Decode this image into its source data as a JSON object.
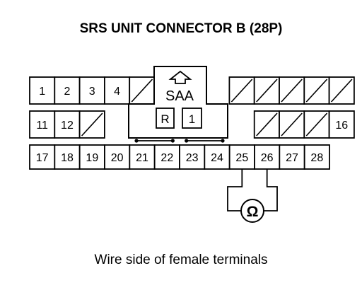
{
  "title": "SRS UNIT CONNECTOR B (28P)",
  "caption": "Wire side of female terminals",
  "lock_label": "SAA",
  "key_labels": [
    "R",
    "1"
  ],
  "ohmmeter_symbol": "Ω",
  "rows": {
    "top": [
      {
        "type": "terminal",
        "label": "1"
      },
      {
        "type": "terminal",
        "label": "2"
      },
      {
        "type": "terminal",
        "label": "3"
      },
      {
        "type": "terminal",
        "label": "4"
      },
      {
        "type": "empty"
      },
      {
        "type": "lock"
      },
      {
        "type": "lock"
      },
      {
        "type": "lock"
      },
      {
        "type": "empty"
      },
      {
        "type": "empty"
      },
      {
        "type": "empty"
      },
      {
        "type": "empty"
      },
      {
        "type": "empty"
      }
    ],
    "middle": [
      {
        "type": "terminal",
        "label": "11"
      },
      {
        "type": "terminal",
        "label": "12"
      },
      {
        "type": "empty"
      },
      {
        "type": "gap"
      },
      {
        "type": "gap"
      },
      {
        "type": "gap"
      },
      {
        "type": "gap"
      },
      {
        "type": "gap"
      },
      {
        "type": "gap"
      },
      {
        "type": "empty"
      },
      {
        "type": "empty"
      },
      {
        "type": "empty"
      },
      {
        "type": "terminal",
        "label": "16"
      }
    ],
    "bottom": [
      {
        "type": "terminal",
        "label": "17"
      },
      {
        "type": "terminal",
        "label": "18"
      },
      {
        "type": "terminal",
        "label": "19"
      },
      {
        "type": "terminal",
        "label": "20"
      },
      {
        "type": "terminal",
        "label": "21"
      },
      {
        "type": "terminal",
        "label": "22"
      },
      {
        "type": "terminal",
        "label": "23"
      },
      {
        "type": "terminal",
        "label": "24"
      },
      {
        "type": "terminal",
        "label": "25"
      },
      {
        "type": "terminal",
        "label": "26"
      },
      {
        "type": "terminal",
        "label": "27"
      },
      {
        "type": "terminal",
        "label": "28"
      }
    ]
  },
  "shorting_bars": [
    [
      "21",
      "22"
    ],
    [
      "23",
      "24"
    ]
  ],
  "ohmmeter_probes": [
    "25",
    "26"
  ]
}
